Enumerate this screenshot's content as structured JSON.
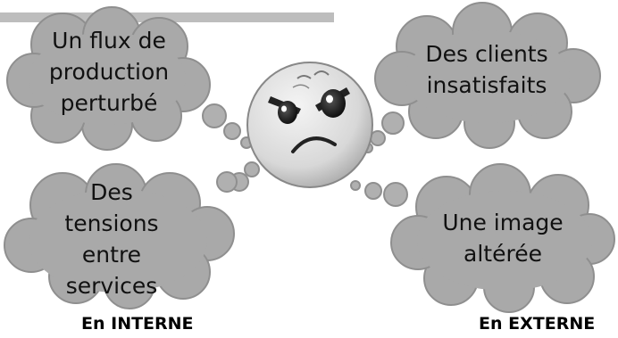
{
  "clouds": {
    "top_left": "Un flux de\nproduction\nperturbé",
    "bottom_left": "Des\ntensions\nentre\nservices",
    "top_right": "Des clients\ninsatisfaits",
    "bottom_right": "Une image\naltérée"
  },
  "footer": {
    "internal": "En INTERNE",
    "external": "En EXTERNE"
  },
  "center_icon": "angry-face-icon",
  "colors": {
    "cloud_fill": "#a9a9a9",
    "cloud_stroke": "#909090",
    "face_fill": "#e2e2e2",
    "top_bar": "#bdbdbd"
  }
}
